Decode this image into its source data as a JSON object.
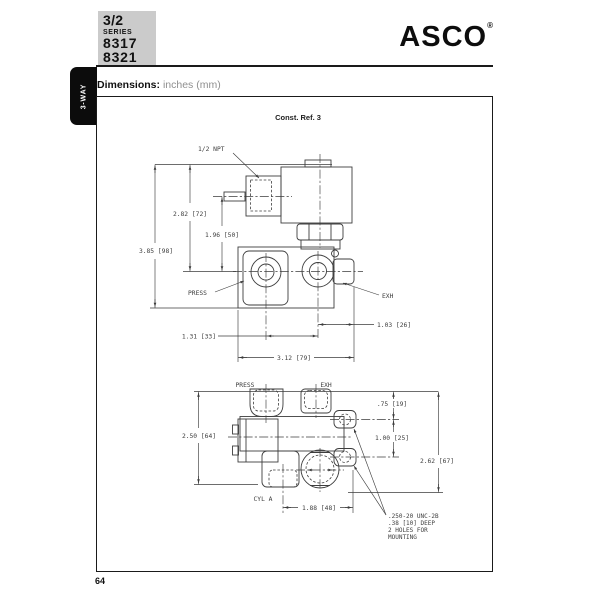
{
  "page": {
    "number": "64"
  },
  "header": {
    "series_box": {
      "size": "3/2",
      "series_label": "SERIES",
      "model1": "8317",
      "model2": "8321"
    },
    "brand": {
      "name": "ASCO",
      "registered_mark": "®"
    },
    "dimensions_label": "Dimensions:",
    "dimensions_units": "inches (mm)",
    "side_tab": "3-WAY"
  },
  "drawing": {
    "const_ref": "Const. Ref. 3",
    "view_front": {
      "conduit_label": "1/2 NPT",
      "port_label_press": "PRESS",
      "port_label_exh": "EXH",
      "dim_solenoid_height": "2.82 [72]",
      "dim_overall_height": "3.85 [98]",
      "dim_conduit_height": "1.96 [50]",
      "dim_port_spacing": "1.31 [33]",
      "dim_overall_width": "3.12 [79]",
      "dim_exh_offset": "1.03 [26]"
    },
    "view_bottom": {
      "port_label_press": "PRESS",
      "port_label_exh": "EXH",
      "port_label_cyl": "CYL A",
      "dim_hole_offset": ".75 [19]",
      "dim_hole_spacing": "1.00 [25]",
      "dim_overall_depth": "2.62 [67]",
      "dim_body_depth": "2.50 [64]",
      "dim_cyl_offset": "1.88 [48]",
      "mounting_note_line1": ".250-20 UNC-2B",
      "mounting_note_line2": ".38 [10] DEEP",
      "mounting_note_line3": "2 HOLES FOR",
      "mounting_note_line4": "MOUNTING"
    }
  },
  "colors": {
    "line": "#3d3d3d",
    "series_box_bg": "#cbcbcb",
    "muted_text": "#8f8f8f",
    "tab_bg": "#0c0c0c"
  }
}
